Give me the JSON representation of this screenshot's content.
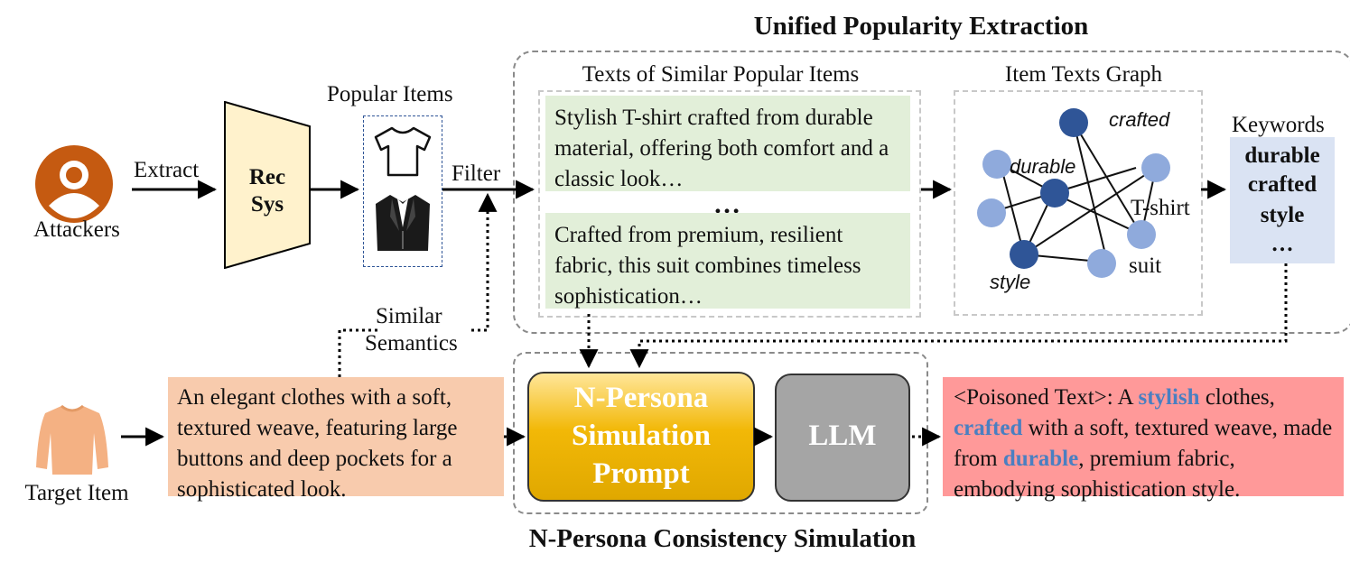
{
  "titles": {
    "upe": "Unified Popularity Extraction",
    "npcs": "N-Persona Consistency Simulation"
  },
  "attackers": {
    "label": "Attackers",
    "icon": "user-icon",
    "color": "#c55a11"
  },
  "extract_label": "Extract",
  "recsys": {
    "line1": "Rec",
    "line2": "Sys",
    "fill": "#fff2cc"
  },
  "popular_items": {
    "title": "Popular Items",
    "icons": [
      "tshirt-icon",
      "suit-icon"
    ]
  },
  "filter_label": "Filter",
  "similar_semantics": {
    "line1": "Similar",
    "line2": "Semantics"
  },
  "texts_section": {
    "title": "Texts of Similar Popular Items",
    "text1": "Stylish T-shirt crafted from durable material, offering both comfort and a classic look…",
    "ellipsis": "…",
    "text2": "Crafted from premium, resilient fabric, this suit combines timeless sophistication…"
  },
  "graph_section": {
    "title": "Item Texts Graph",
    "labels": {
      "crafted": "crafted",
      "durable": "durable",
      "tshirt": "T-shirt",
      "style": "style",
      "suit": "suit"
    }
  },
  "keywords": {
    "title": "Keywords",
    "items": [
      "durable",
      "crafted",
      "style"
    ],
    "more": "…",
    "fill": "#dae3f3"
  },
  "target_item": {
    "label": "Target Item",
    "icon": "sweater-icon",
    "color": "#f4b183"
  },
  "target_text": "An elegant clothes with a soft, textured weave, featuring large buttons and deep pockets for a sophisticated look.",
  "prompt_box": {
    "line1": "N-Persona",
    "line2": "Simulation",
    "line3": "Prompt"
  },
  "llm_box": {
    "label": "LLM"
  },
  "poisoned": {
    "p1": "<Poisoned Text>: A ",
    "k1": "stylish",
    "p2": " clothes, ",
    "k2": "crafted",
    "p3": " with a soft, textured weave, made from ",
    "k3": "durable",
    "p4": ", premium fabric, embodying sophistication style."
  },
  "colors": {
    "dark_node": "#2f5597",
    "light_node": "#8faadc",
    "poison_bg": "#ff9999",
    "target_bg": "#f8cbad",
    "highlight": "#4a7fc1"
  }
}
